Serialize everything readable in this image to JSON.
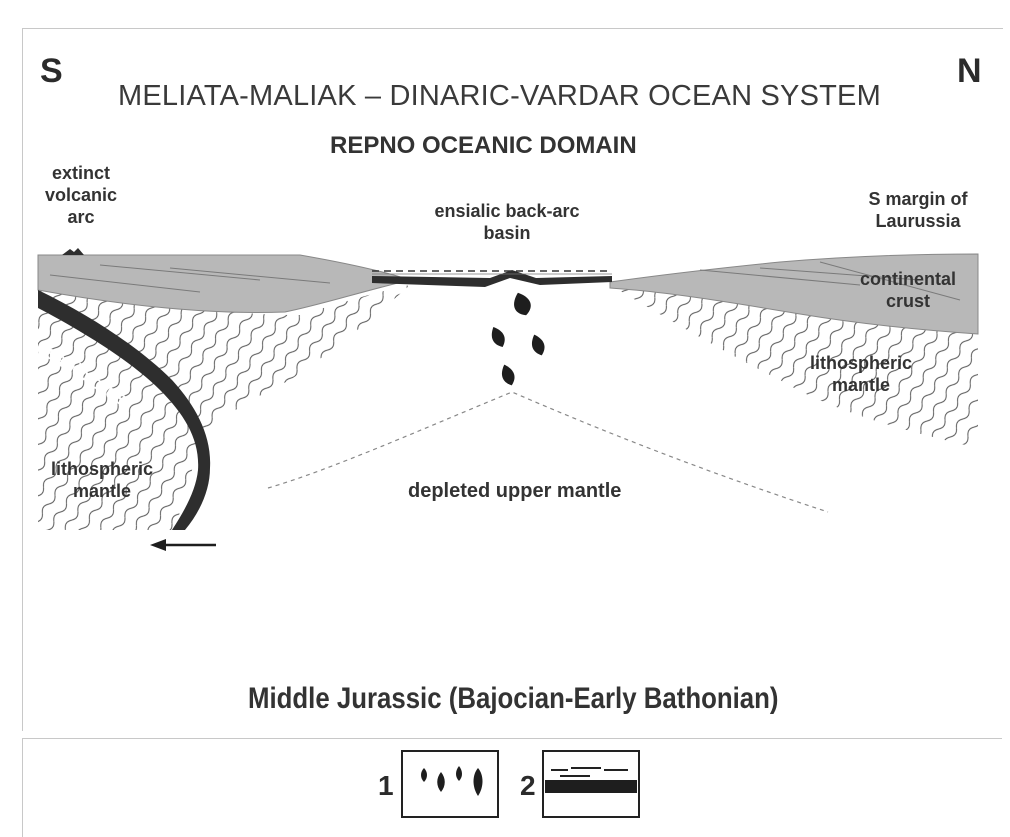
{
  "header": {
    "direction_left": "S",
    "direction_right": "N",
    "system_title": "MELIATA-MALIAK – DINARIC-VARDAR OCEAN SYSTEM",
    "domain_title": "REPNO OCEANIC DOMAIN"
  },
  "labels": {
    "extinct_arc": [
      "extinct",
      "volcanic",
      "arc"
    ],
    "back_arc": [
      "ensialic back-arc",
      "basin"
    ],
    "laurussia": [
      "S margin of",
      "Laurussia"
    ],
    "continental_crust": [
      "continental",
      "crust"
    ],
    "oceanic_crust": "oceanic crust",
    "litho_mantle_left": [
      "lithospheric",
      "mantle"
    ],
    "litho_mantle_right": [
      "lithospheric",
      "mantle"
    ],
    "depleted_mantle": "depleted upper mantle"
  },
  "period": "Middle Jurassic (Bajocian-Early Bathonian)",
  "legend": {
    "items": [
      {
        "number": "1",
        "symbol": "magma-droplets-icon"
      },
      {
        "number": "2",
        "symbol": "sediment-crust-layer-icon"
      }
    ]
  },
  "colors": {
    "continental_crust": "#b8b8b8",
    "oceanic_crust": "#2e2e2e",
    "text": "#333333"
  }
}
